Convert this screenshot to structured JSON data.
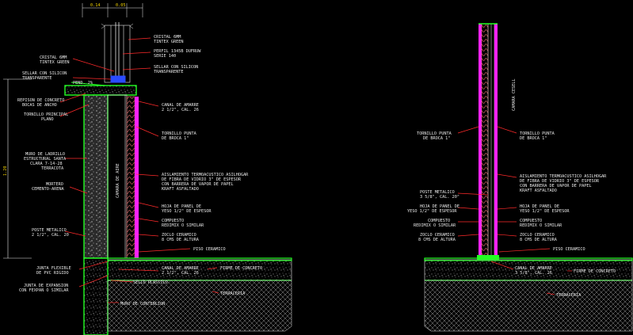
{
  "dimensions": {
    "top_left": "0.14",
    "top_right": "0.05",
    "height": "1.20"
  },
  "left_detail": {
    "cristal_right": "CRISTAL 6MM\nTINTEX GREEN",
    "perfil": "PERFIL 1345B DUFRUW\nSERIE 140",
    "sellar_right": "SELLAR CON SILICON\nTRANSPARENTE",
    "cristal_left": "CRISTAL 6MM\nTINTEX GREEN",
    "sellar_left": "SELLAR CON SILICON\nTRANSPARENTE",
    "pend": "PEND. 2%",
    "repison": "REPISON DE CONCRETO\nBOCAS DE ANCHO",
    "tornillo_principal": "TORNILLO PRINCIPAL\nPLANO",
    "canal_top": "CANAL DE AMARRE\n2 1/2\", CAL. 26",
    "tornillo_punta": "TORNILLO PUNTA\nDE BROCA 1\"",
    "muro": "MURO DE LADRILLO\nESTRUCTURAL SANTA\nCLARA 7-14-28\nTERRACOTA",
    "camara": "CAMARA DE AIRE",
    "aislamiento": "AISLAMIENTO TERMOACUSTICO ASILHOGAR\nDE FIBRA DE VIDRIO 3\" DE ESPESOR\nCON BARRERA DE VAPOR DE PAPEL\nKRAFT ASFALTADO",
    "mortero": "MORTERO\nCEMENTO-ARENA",
    "hoja": "HOJA DE PANEL DE\nYESO 1/2\" DE ESPESOR",
    "compuesto": "COMPUESTO\nREDIMIX O SIMILAR",
    "poste": "POSTE METALICO\n2 1/2\", CAL. 20",
    "zoclo": "ZOCLO CERAMICO\n8 CMS DE ALTURA",
    "piso": "PISO CERAMICO",
    "junta_flexible": "JUNTA FLEXIBLE\nDE PVC RIGIDO",
    "junta_expansion": "JUNTA DE EXPANSION\nCON FEXPAN O SIMILAR",
    "canal_bottom": "CANAL DE AMARRE\n2 1/2\", CAL. 26",
    "firme": "FIRME DE CONCRETO",
    "sello": "SELLO PLASTICO",
    "terraceria": "TERRACERIA",
    "muro_contencion": "MURO DE CONTENCION"
  },
  "right_detail": {
    "camara": "CAMARA CESELL",
    "tornillo_left": "TORNILLO PUNTA\nDE BROCA 1\"",
    "tornillo_right": "TORNILLO PUNTA\nDE BROCA 1\"",
    "aislamiento": "AISLAMIENTO TERMOACUSTICO ASILHOGAR\nDE FIBRA DE VIDRIO 3\" DE ESPESOR\nCON BARRERA DE VAPOR DE PAPEL\nKRAFT ASFALTADO",
    "poste": "POSTE METALICO\n3 5/8\", CAL. 20\"",
    "hoja_left": "HOJA DE PANEL DE\nYESO 1/2\" DE ESPESOR",
    "hoja_right": "HOJA DE PANEL DE\nYESO 1/2\" DE ESPESOR",
    "compuesto_left": "COMPUESTO\nREDIMIX O SIMILAR",
    "compuesto_right": "COMPUESTO\nREDIMIX O SIMILAR",
    "zoclo_left": "ZOCLO CERAMICO\n8 CMS DE ALTURA",
    "zoclo_right": "ZOCLO CERAMICO\n8 CMS DE ALTURA",
    "piso": "PISO CERAMICO",
    "canal": "CANAL DE AMARRE\n3 5/8\", CAL. 26",
    "firme": "FIRME DE CONCRETO",
    "terraceria": "TERRACERIA"
  },
  "colors": {
    "green": "#22ff22",
    "magenta": "#ff22ff",
    "red": "#ff2a2a",
    "yellow": "#f0d000",
    "blue": "#2a4bff",
    "white": "#e8e8e8"
  }
}
